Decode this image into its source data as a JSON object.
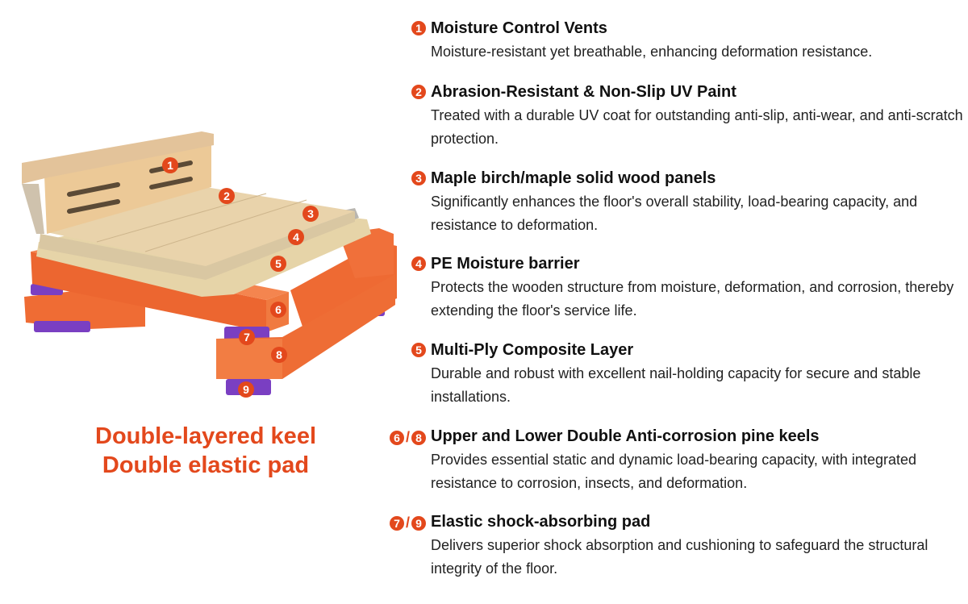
{
  "caption": {
    "line1": "Double-layered keel",
    "line2": "Double elastic pad"
  },
  "callouts": [
    "1",
    "2",
    "3",
    "4",
    "5",
    "6",
    "7",
    "8",
    "9"
  ],
  "colors": {
    "accent": "#e3481c",
    "keel": "#f06b35",
    "pad": "#7a3fc2",
    "wood": "#e9cf9f"
  },
  "features": [
    {
      "badges": [
        "1"
      ],
      "title": "Moisture Control Vents",
      "desc": "Moisture-resistant yet breathable, enhancing deformation resistance."
    },
    {
      "badges": [
        "2"
      ],
      "title": "Abrasion-Resistant & Non-Slip UV Paint",
      "desc": "Treated with a durable UV coat for outstanding anti-slip, anti-wear, and anti-scratch protection."
    },
    {
      "badges": [
        "3"
      ],
      "title": "Maple birch/maple solid wood panels",
      "desc": "Significantly enhances the floor's overall stability, load-bearing capacity, and resistance to deformation."
    },
    {
      "badges": [
        "4"
      ],
      "title": "PE Moisture barrier",
      "desc": "Protects the wooden structure from moisture, deformation, and corrosion, thereby extending the floor's service life."
    },
    {
      "badges": [
        "5"
      ],
      "title": "Multi-Ply Composite Layer",
      "desc": "Durable and robust with excellent nail-holding capacity for secure and stable installations."
    },
    {
      "badges": [
        "6",
        "8"
      ],
      "title": "Upper and Lower Double Anti-corrosion pine keels",
      "desc": "Provides essential static and dynamic load-bearing capacity, with integrated resistance to corrosion, insects, and deformation."
    },
    {
      "badges": [
        "7",
        "9"
      ],
      "title": "Elastic shock-absorbing pad",
      "desc": "Delivers superior shock absorption and cushioning to safeguard the structural integrity of the floor."
    }
  ]
}
